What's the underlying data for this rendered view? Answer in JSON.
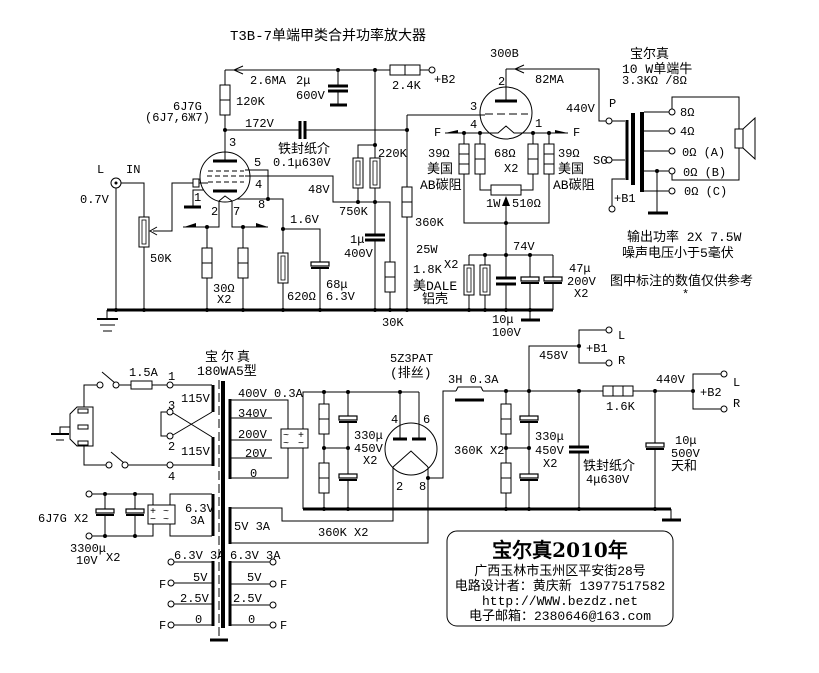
{
  "title": "T3B-7单端甲类合并功率放大器",
  "colors": {
    "ink": "#000000",
    "background": "#ffffff"
  },
  "preamp": {
    "tube": "6J7G",
    "tube_alt": "(6J7,6Ж7)",
    "pins": {
      "plate": "3",
      "suppressor": "5",
      "screen": "4",
      "shell": "1",
      "heater_a": "2",
      "heater_b": "7",
      "cathode": "8"
    },
    "input": {
      "channel": "L",
      "label": "IN",
      "level": "0.7V",
      "volume_pot": "50K"
    },
    "plate_current": "2.6MA",
    "plate_resistor": "120K",
    "plate_voltage": "172V",
    "decoupling_cap": {
      "value": "2μ",
      "voltage": "600V"
    },
    "decoupling_resistor": "2.4K",
    "supply_label": "+B2",
    "coupling_cap": {
      "type": "铁封纸介",
      "value": "0.1μ630V"
    },
    "screen": {
      "voltage": "48V",
      "resistor_a": "220K",
      "resistor_b": "750K",
      "resistor_to_ground": "30K",
      "cap_value": "1μ",
      "cap_voltage": "400V"
    },
    "heater_resistors": {
      "value": "30Ω",
      "qty": "X2"
    },
    "cathode": {
      "voltage": "1.6V",
      "resistor": "620Ω",
      "cap_value": "68μ",
      "cap_voltage": "6.3V"
    },
    "grid_leak": "360K"
  },
  "output_stage": {
    "tube": "300B",
    "pins": {
      "plate": "2",
      "grid": "3",
      "filament_a": "4",
      "filament_b": "1"
    },
    "plate_current": "82MA",
    "plate_voltage": "440V",
    "filament_labels": [
      "F",
      "F"
    ],
    "filament_resistors": {
      "value": "39Ω",
      "brand": "美国",
      "type": "AB碳阻"
    },
    "hum_resistors": {
      "value": "68Ω",
      "qty": "X2"
    },
    "hum_pot": {
      "power": "1W",
      "value": "510Ω"
    },
    "cathode_voltage": "74V",
    "cathode_resistors": {
      "power": "25W",
      "qty": "X2",
      "value": "1.8K",
      "brand": "美DALE",
      "housing": "铝壳"
    },
    "bypass_cap": {
      "value": "10μ",
      "voltage": "100V"
    },
    "electrolytic_caps": {
      "value": "47μ",
      "voltage": "200V",
      "qty": "X2"
    }
  },
  "output_transformer": {
    "brand": "宝尔真",
    "model": "10 W单端牛",
    "impedance": "3.3KΩ /8Ω",
    "terminals": {
      "plate": "P",
      "screen": "SG",
      "supply": "+B1"
    },
    "taps": [
      "8Ω",
      "4Ω",
      "0Ω (A)",
      "0Ω (B)",
      "0Ω (C)"
    ]
  },
  "specs": {
    "output_power": "输出功率  2X 7.5W",
    "noise": "噪声电压小于5毫伏",
    "disclaimer": "图中标注的数值仅供参考",
    "footnote": "*"
  },
  "power_transformer": {
    "brand": "宝尔真",
    "model": "180WA5型",
    "fuse": "1.5A",
    "primary_pins": {
      "p1": "1",
      "p3": "3",
      "p2": "2",
      "p4": "4"
    },
    "primary_windings": [
      "115V",
      "115V"
    ],
    "hv_taps": [
      "400V 0.3A",
      "340V",
      "200V",
      "20V",
      "0"
    ],
    "rectifier_filament": "5V  3A",
    "dc_heater_winding": {
      "voltage": "6.3V",
      "current": "3A"
    },
    "left_heater_taps": [
      "6.3V 3A",
      "5V",
      "2.5V",
      "0"
    ],
    "right_heater_taps": [
      "6.3V 3A",
      "5V",
      "2.5V",
      "0"
    ],
    "filament_marker": "F"
  },
  "bridge_symbols": {
    "ac": "~",
    "plus": "+",
    "minus": "−"
  },
  "dc_heater_supply": {
    "load": "6J7G X2",
    "cap_value": "3300μ",
    "cap_voltage": "10V",
    "cap_qty": "X2"
  },
  "hv_supply": {
    "rectifier_tube": "5Z3PAT",
    "rectifier_note": "(排丝)",
    "rectifier_pins": {
      "anode_a": "4",
      "anode_b": "6",
      "filament_a": "2",
      "filament_b": "8"
    },
    "filter1": {
      "cap_value": "330μ",
      "cap_voltage": "450V",
      "cap_qty": "X2",
      "bleeders": "360K X2"
    },
    "choke": "3H  0.3A",
    "filter2": {
      "cap_value": "330μ",
      "cap_voltage": "450V",
      "cap_qty": "X2",
      "bleeders": "360K X2"
    },
    "b1": {
      "voltage": "458V",
      "label": "+B1",
      "channels": [
        "L",
        "R"
      ]
    },
    "paper_cap": {
      "type": "铁封纸介",
      "value": "4μ630V"
    },
    "dropping_resistor": "1.6K",
    "b2": {
      "voltage": "440V",
      "label": "+B2",
      "channels": [
        "L",
        "R"
      ]
    },
    "final_cap": {
      "value": "10μ",
      "voltage": "500V",
      "brand": "天和"
    }
  },
  "info_box": {
    "heading": "宝尔真2010年",
    "address": "广西玉林市玉州区平安街28号",
    "designer": "电路设计者：黄庆新  13977517582",
    "website": "http://WWW.bezdz.net",
    "email": "电子邮箱：2380646@163.com"
  }
}
